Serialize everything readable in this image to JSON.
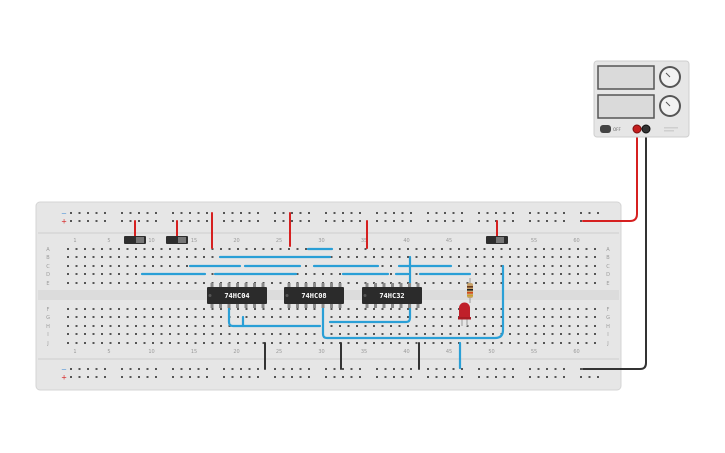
{
  "breadboard": {
    "columns": 63,
    "column_labels": [
      "1",
      "5",
      "10",
      "15",
      "20",
      "25",
      "30",
      "35",
      "40",
      "45",
      "50",
      "55",
      "60"
    ],
    "row_labels_top": [
      "A",
      "B",
      "C",
      "D",
      "E"
    ],
    "row_labels_bottom": [
      "F",
      "G",
      "H",
      "I",
      "J"
    ],
    "rail_signs": [
      "−",
      "+"
    ]
  },
  "chips": [
    {
      "label": "74HC04"
    },
    {
      "label": "74HC08"
    },
    {
      "label": "74HC32"
    }
  ],
  "power_supply": {
    "button_label": "OFF"
  },
  "colors": {
    "board": "#e6e6e6",
    "hole": "#555555",
    "wire_blue": "#2a9fd6",
    "wire_red": "#d62020",
    "wire_black": "#333333",
    "chip": "#2b2b2b",
    "led": "#c0202a"
  }
}
